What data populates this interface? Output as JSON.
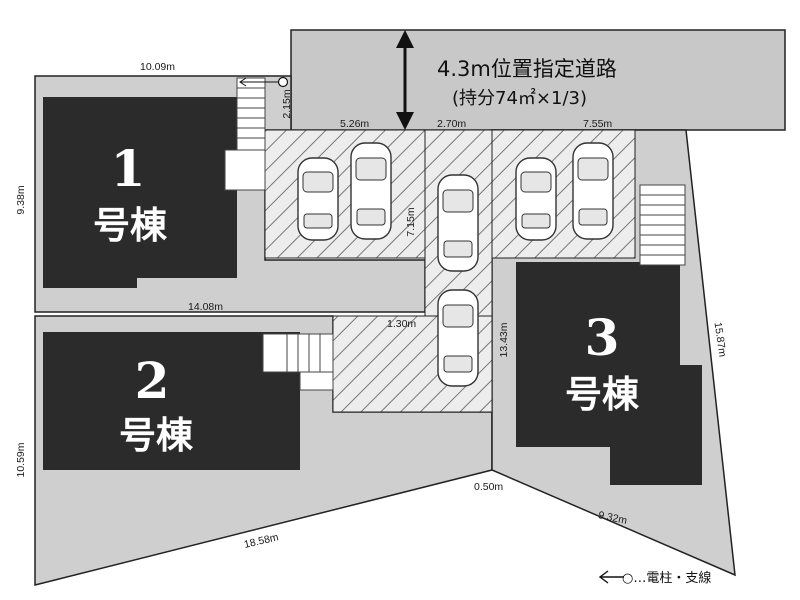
{
  "road": {
    "line1": "4.3m位置指定道路",
    "line2": "(持分74㎡×1/3)"
  },
  "buildings": [
    {
      "number": "1",
      "label": "号棟"
    },
    {
      "number": "2",
      "label": "号棟"
    },
    {
      "number": "3",
      "label": "号棟"
    }
  ],
  "dimensions": {
    "top_lot1": "10.09m",
    "left_lot1": "9.38m",
    "road_gap": "2.15m",
    "parking_a": "5.26m",
    "parking_b": "2.70m",
    "parking_c": "7.55m",
    "driveway_depth": "7.15m",
    "lot1_bottom": "14.08m",
    "driveway_width": "1.30m",
    "lot3_left": "13.43m",
    "lot3_right": "15.87m",
    "left_lot2": "10.59m",
    "corner": "0.50m",
    "lot3_bottom": "9.32m",
    "lot2_bottom": "18.58m"
  },
  "legend": {
    "text": "○…電柱・支線"
  },
  "colors": {
    "building": "#2b2b2b",
    "lot": "#cfcfcf",
    "road": "#c8c8c8",
    "parking": "#ededed",
    "outline": "#222222"
  }
}
